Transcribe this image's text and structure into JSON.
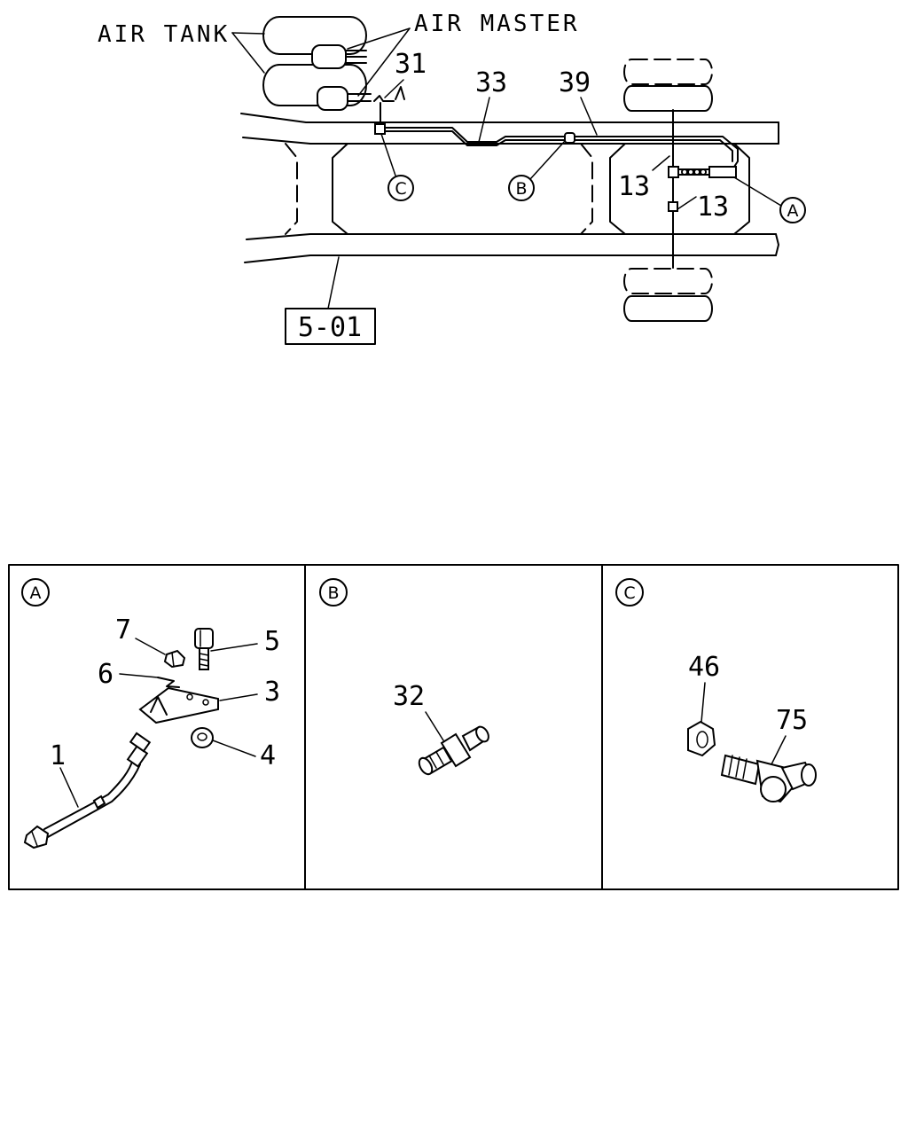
{
  "overview": {
    "air_tank_label": "AIR TANK",
    "air_master_label": "AIR MASTER",
    "ref_box_label": "5-01",
    "callouts": {
      "c31": "31",
      "c33": "33",
      "c39": "39",
      "c13a": "13",
      "c13b": "13"
    },
    "markers": {
      "a": "A",
      "b": "B",
      "c": "C"
    }
  },
  "details": {
    "panel_a": {
      "marker": "A",
      "parts": {
        "p7": "7",
        "p5": "5",
        "p6": "6",
        "p3": "3",
        "p1": "1",
        "p4": "4"
      }
    },
    "panel_b": {
      "marker": "B",
      "parts": {
        "p32": "32"
      }
    },
    "panel_c": {
      "marker": "C",
      "parts": {
        "p46": "46",
        "p75": "75"
      }
    }
  }
}
